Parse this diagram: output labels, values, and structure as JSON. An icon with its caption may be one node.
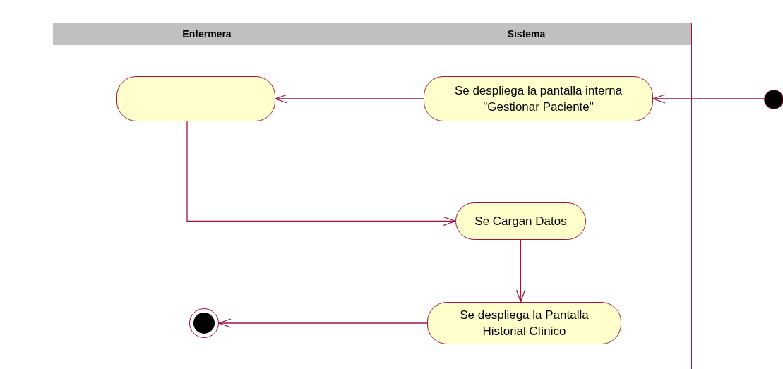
{
  "diagram": {
    "nodes": [
      {
        "text": [
          "Enfermera"
        ]
      },
      {
        "text": [
          "Sistema"
        ]
      },
      {
        "text": [],
        "shape": "circle"
      },
      {
        "text": [
          "Se despliega la pantalla interna \"Gestionar Paciente\""
        ],
        "in": 1
      },
      {
        "text": [],
        "shape": "box",
        "in": 0
      },
      {
        "text": [
          "Se Cargan Datos"
        ],
        "in": 1
      },
      {
        "text": [
          "Se despliega la Pantalla Historial Clínico"
        ],
        "in": 1
      },
      {
        "text": [],
        "shape": "circle",
        "in": 0
      }
    ],
    "edges": [
      {
        "from": 2,
        "to": 3,
        "arrow": "to"
      },
      {
        "from": 3,
        "to": 4,
        "arrow": "to"
      },
      {
        "from": 4,
        "to": 5,
        "arrow": "to"
      },
      {
        "from": 5,
        "to": 6,
        "arrow": "to"
      },
      {
        "from": 6,
        "to": 7,
        "arrow": "to"
      }
    ]
  }
}
